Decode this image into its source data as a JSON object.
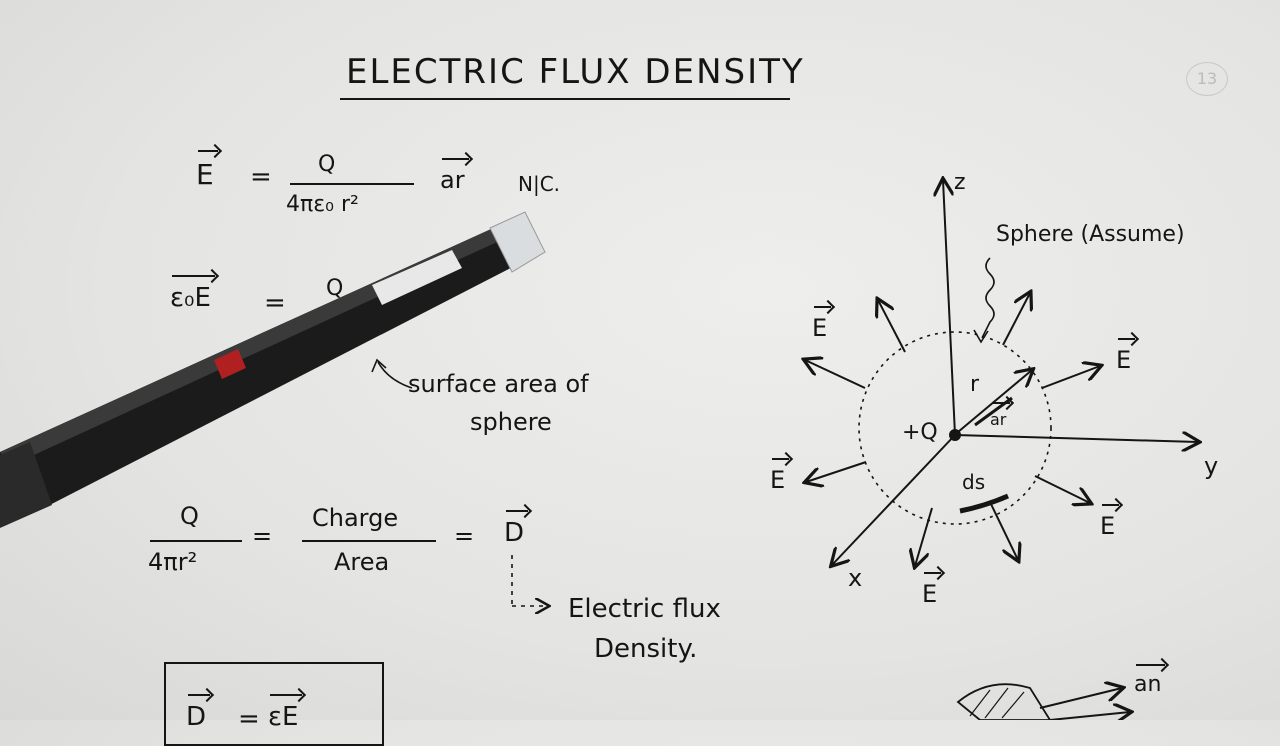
{
  "title": "ELECTRIC FLUX DENSITY",
  "page_number": "13",
  "eq1": {
    "lhs": "E",
    "eq": "=",
    "num": "Q",
    "den": "4πε₀ r²",
    "unit_vec": "ar",
    "units": "N|C."
  },
  "eq2": {
    "lhs": "ε₀E",
    "eq": "=",
    "num": "Q"
  },
  "surface_note": {
    "line1": "surface area of",
    "line2": "sphere"
  },
  "eq3": {
    "num": "Q",
    "den": "4πr²",
    "eq1": "=",
    "num2": "Charge",
    "den2": "Area",
    "eq2": "=",
    "rhs": "D"
  },
  "flux_label": {
    "line1": "Electric flux",
    "line2": "Density."
  },
  "box_eq": {
    "lhs": "D",
    "eq": "=",
    "rhs": "εE"
  },
  "diagram": {
    "axis_z": "z",
    "axis_y": "y",
    "axis_x": "x",
    "sphere_note": "Sphere (Assume)",
    "charge": "+Q",
    "radius": "r",
    "radial_unit": "ar",
    "ds": "ds",
    "field": "E",
    "normal": "an"
  }
}
